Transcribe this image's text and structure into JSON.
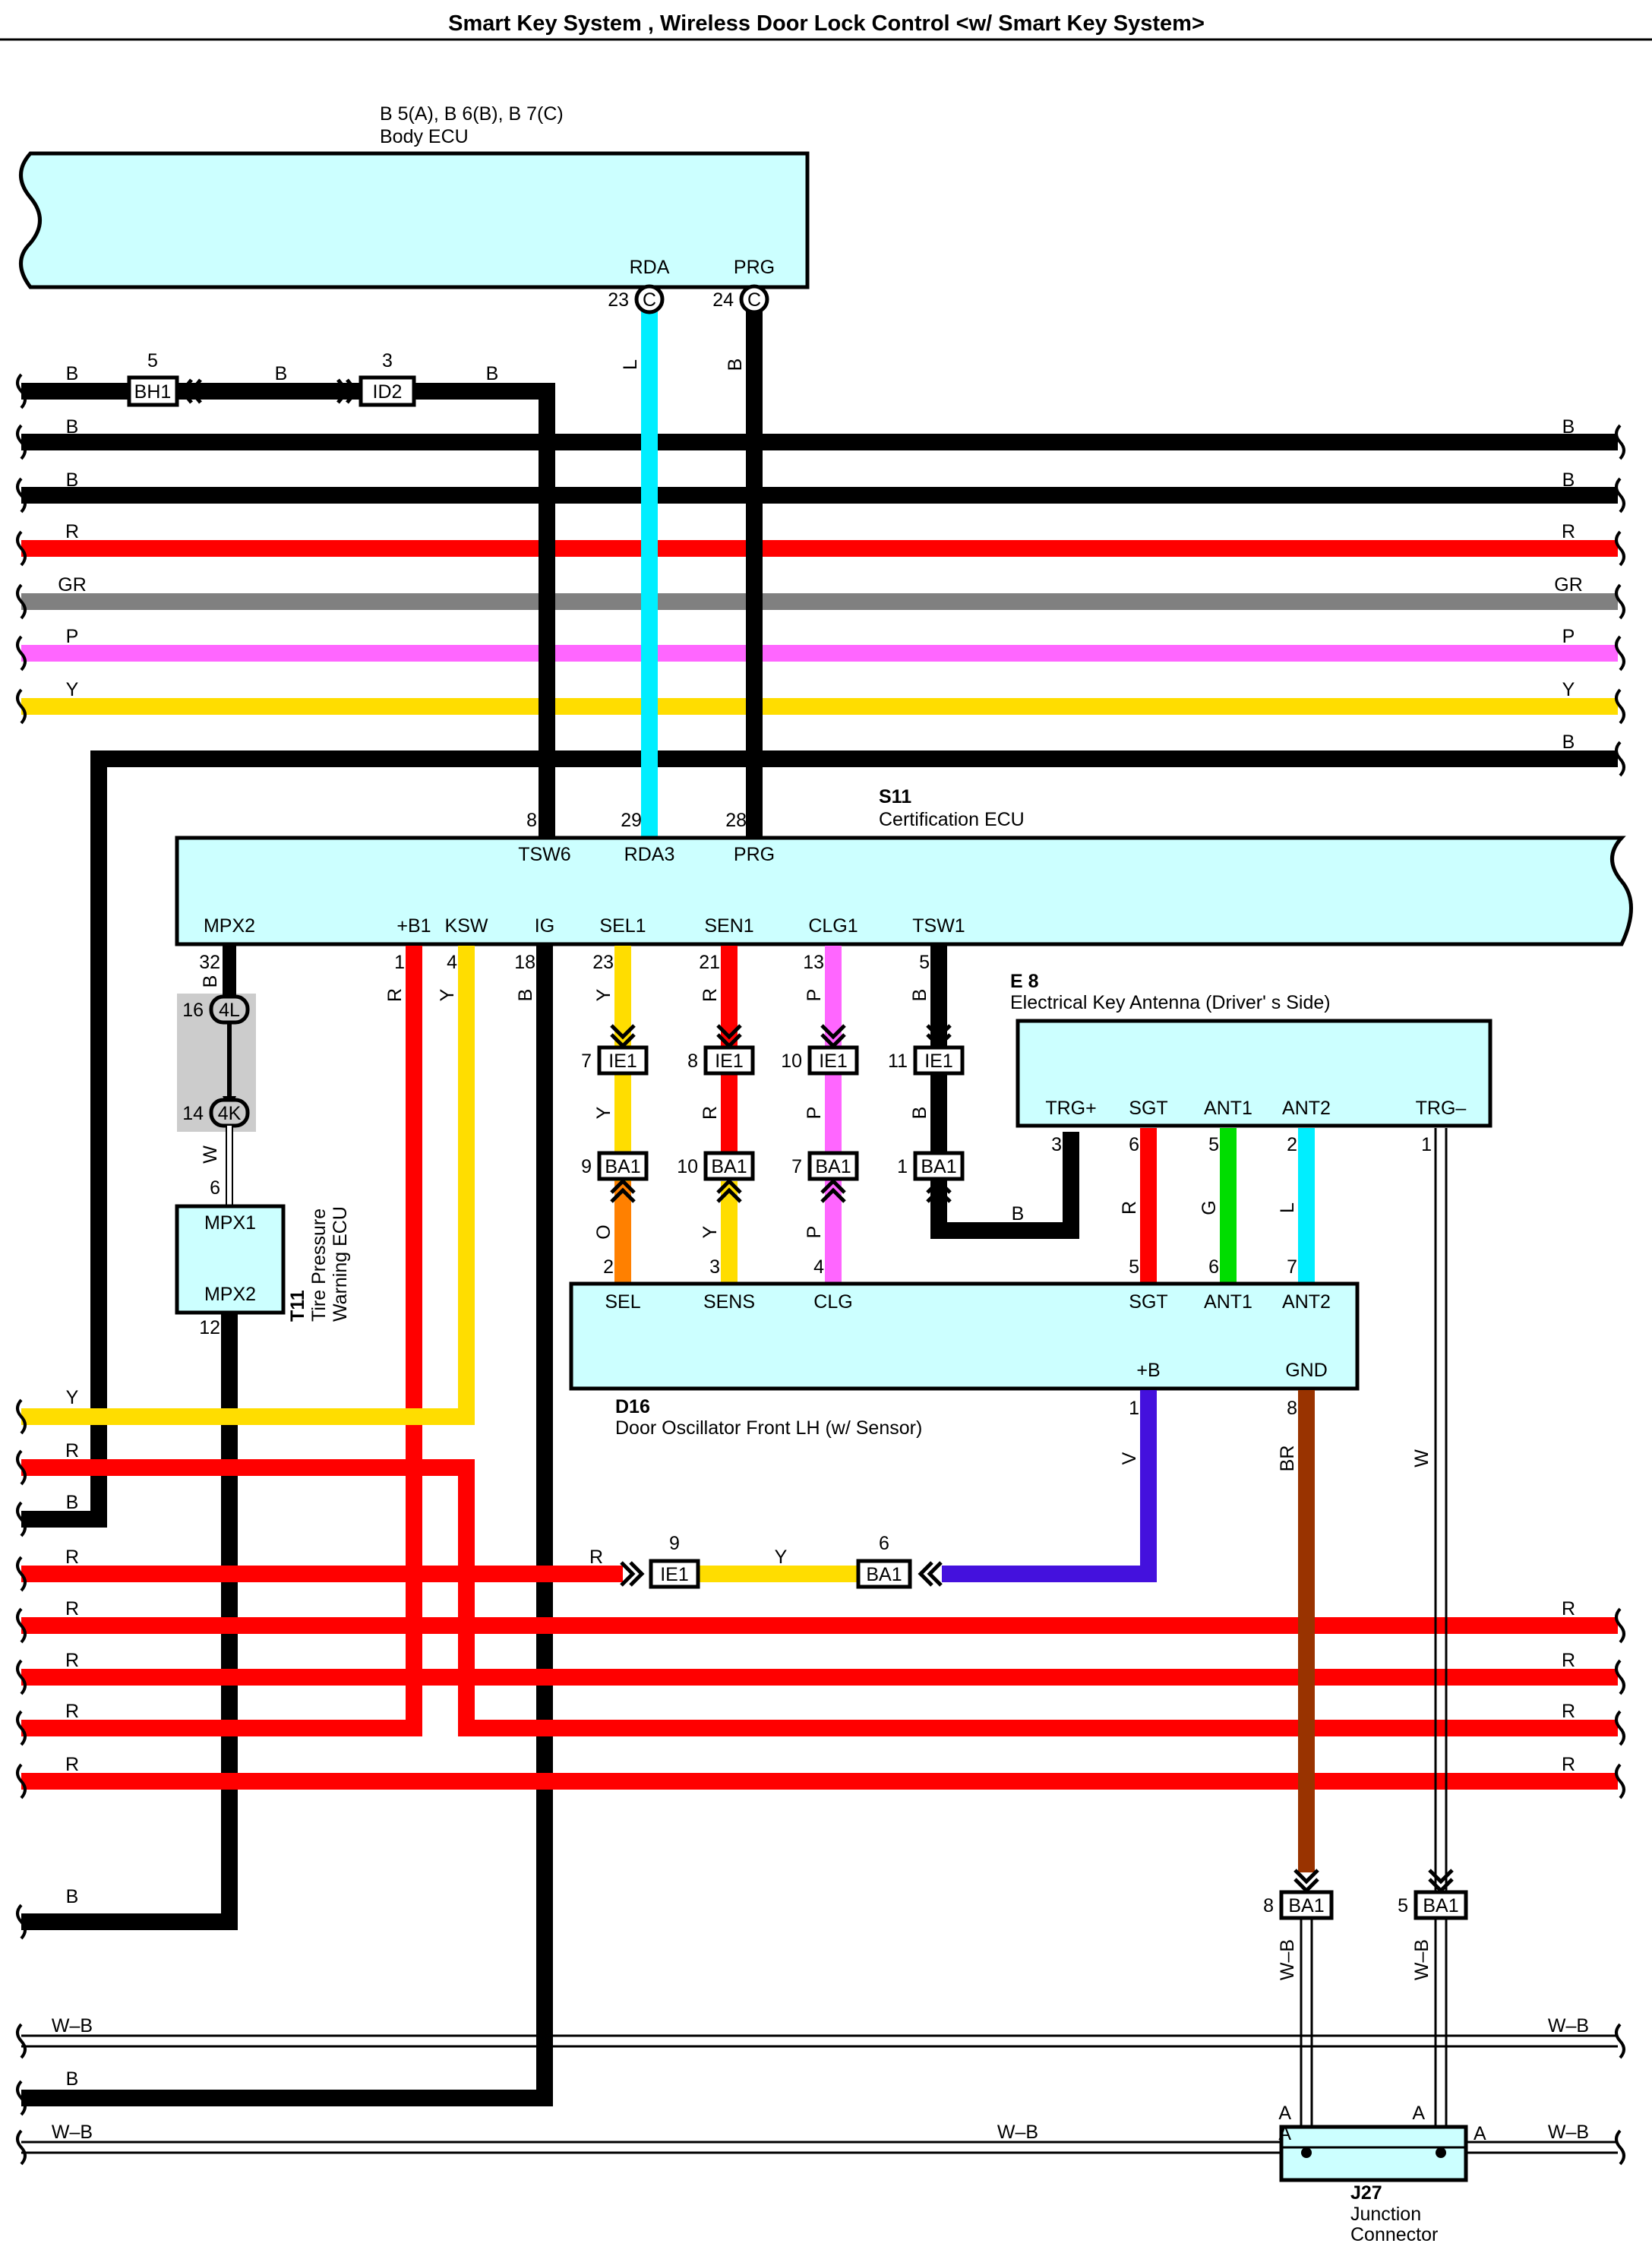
{
  "title": "Smart Key System , Wireless Door Lock Control <w/ Smart Key System>",
  "colors": {
    "B": "#000000",
    "R": "#ff0000",
    "GR": "#808080",
    "P": "#ff66ff",
    "Y": "#ffdd00",
    "L": "#00eeff",
    "O": "#ff8000",
    "G": "#00dd00",
    "V": "#4411dd",
    "BR": "#993300",
    "W": "#ffffff",
    "component": "#ccffff"
  },
  "components": {
    "body_ecu": {
      "code": "B 5(A), B 6(B), B 7(C)",
      "name": "Body ECU"
    },
    "cert_ecu": {
      "code": "S11",
      "name": "Certification ECU"
    },
    "tpw_ecu": {
      "code": "T11",
      "name1": "Tire Pressure",
      "name2": "Warning ECU",
      "pin_mpx1": "MPX1",
      "pin_mpx2": "MPX2"
    },
    "antenna": {
      "code": "E 8",
      "name": "Electrical Key Antenna (Driver' s Side)"
    },
    "oscillator": {
      "code": "D16",
      "name": "Door Oscillator Front LH (w/ Sensor)"
    },
    "junction": {
      "code": "J27",
      "name1": "Junction",
      "name2": "Connector"
    }
  },
  "body_ecu_pins": [
    {
      "name": "RDA",
      "num": "23",
      "conn": "C"
    },
    {
      "name": "PRG",
      "num": "24",
      "conn": "C"
    }
  ],
  "cert_top_pins": [
    {
      "name": "TSW6",
      "num": "8"
    },
    {
      "name": "RDA3",
      "num": "29"
    },
    {
      "name": "PRG",
      "num": "28"
    }
  ],
  "cert_bottom_pins": [
    {
      "name": "MPX2",
      "num": "32"
    },
    {
      "name": "+B1",
      "num": "1"
    },
    {
      "name": "KSW",
      "num": "4"
    },
    {
      "name": "IG",
      "num": "18"
    },
    {
      "name": "SEL1",
      "num": "23"
    },
    {
      "name": "SEN1",
      "num": "21"
    },
    {
      "name": "CLG1",
      "num": "13"
    },
    {
      "name": "TSW1",
      "num": "5"
    }
  ],
  "antenna_pins": [
    {
      "name": "TRG+",
      "num": "3"
    },
    {
      "name": "SGT",
      "num": "6"
    },
    {
      "name": "ANT1",
      "num": "5"
    },
    {
      "name": "ANT2",
      "num": "2"
    },
    {
      "name": "TRG–",
      "num": "1"
    }
  ],
  "osc_top_pins": [
    {
      "name": "SEL",
      "num": "2"
    },
    {
      "name": "SENS",
      "num": "3"
    },
    {
      "name": "CLG",
      "num": "4"
    },
    {
      "name": "SGT",
      "num": "5"
    },
    {
      "name": "ANT1",
      "num": "6"
    },
    {
      "name": "ANT2",
      "num": "7"
    }
  ],
  "osc_bottom_pins": [
    {
      "name": "+B",
      "num": "1"
    },
    {
      "name": "GND",
      "num": "8"
    }
  ],
  "connectors": {
    "bh1": {
      "name": "BH1",
      "num": "5"
    },
    "id2": {
      "name": "ID2",
      "num": "3"
    },
    "ie1_sel": {
      "name": "IE1",
      "num": "7"
    },
    "ie1_sen": {
      "name": "IE1",
      "num": "8"
    },
    "ie1_clg": {
      "name": "IE1",
      "num": "10"
    },
    "ie1_tsw": {
      "name": "IE1",
      "num": "11"
    },
    "ba1_sel": {
      "name": "BA1",
      "num": "9"
    },
    "ba1_sen": {
      "name": "BA1",
      "num": "10"
    },
    "ba1_clg": {
      "name": "BA1",
      "num": "7"
    },
    "ba1_tsw": {
      "name": "BA1",
      "num": "1"
    },
    "ie1_pwr": {
      "name": "IE1",
      "num": "9"
    },
    "ba1_pwr": {
      "name": "BA1",
      "num": "6"
    },
    "ba1_gnd": {
      "name": "BA1",
      "num": "8"
    },
    "ba1_trg": {
      "name": "BA1",
      "num": "5"
    },
    "jc_4l": {
      "name": "4L",
      "num": "16"
    },
    "jc_4k": {
      "name": "4K",
      "num": "14"
    }
  },
  "wire_labels": {
    "top_b1": "B",
    "top_b2": "B",
    "top_b3": "B",
    "bus_b1": "B",
    "bus_b2": "B",
    "bus_r": "R",
    "bus_gr": "GR",
    "bus_p": "P",
    "bus_y": "Y",
    "bus_b3": "B",
    "rda": "L",
    "prg": "B",
    "mpx_b": "B",
    "mpx_w": "W",
    "mpx_pin6": "6",
    "mpx_pin12": "12",
    "b1_r": "R",
    "ksw_y": "Y",
    "ig_b": "B",
    "sel_y1": "Y",
    "sel_y2": "Y",
    "sel_o": "O",
    "sen_r1": "R",
    "sen_r2": "R",
    "sen_y": "Y",
    "clg_p1": "P",
    "clg_p2": "P",
    "clg_p3": "P",
    "tsw_b1": "B",
    "tsw_b2": "B",
    "tsw_b3": "B",
    "sgt_r": "R",
    "ant1_g": "G",
    "ant2_l": "L",
    "trg_w": "W",
    "osc_v": "V",
    "osc_br": "BR",
    "pwr_r": "R",
    "pwr_y": "Y",
    "low_y": "Y",
    "low_r1": "R",
    "low_b": "B",
    "low_r2": "R",
    "low_r3": "R",
    "low_r4": "R",
    "low_r5": "R",
    "low_r6": "R",
    "low_b2": "B",
    "gnd_wb1": "W–B",
    "gnd_wb2": "W–B",
    "wb1": "W–B",
    "wb_b": "B",
    "wb2": "W–B",
    "wb_mid": "W–B",
    "jc_a1": "A",
    "jc_a2": "A",
    "jc_a3": "A",
    "jc_a4": "A"
  }
}
